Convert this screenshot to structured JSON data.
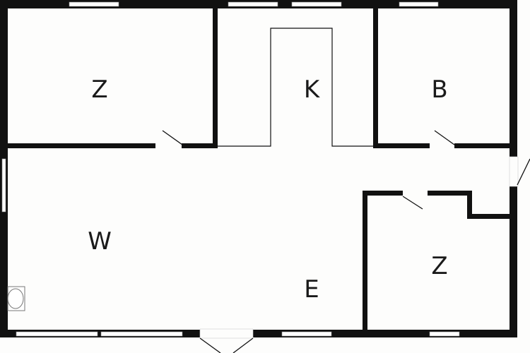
{
  "rooms": [
    {
      "id": "bedroom-1",
      "label": "Z"
    },
    {
      "id": "kitchen",
      "label": "K"
    },
    {
      "id": "bathroom",
      "label": "B"
    },
    {
      "id": "living",
      "label": "W"
    },
    {
      "id": "dining",
      "label": "E"
    },
    {
      "id": "bedroom-2",
      "label": "Z"
    }
  ],
  "colors": {
    "wall": "#111111",
    "floor": "#fdfdfc",
    "window": "#ffffff"
  }
}
